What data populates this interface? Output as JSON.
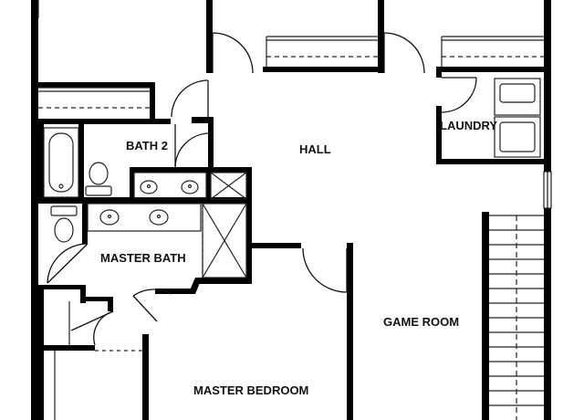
{
  "rooms": {
    "bath2": "BATH 2",
    "hall": "HALL",
    "laundry": "LAUNDRY",
    "master_bath": "MASTER BATH",
    "game_room": "GAME ROOM",
    "master_bedroom": "MASTER BEDROOM"
  },
  "colors": {
    "wall": "#000000",
    "fixture": "#222222",
    "background": "#ffffff"
  }
}
